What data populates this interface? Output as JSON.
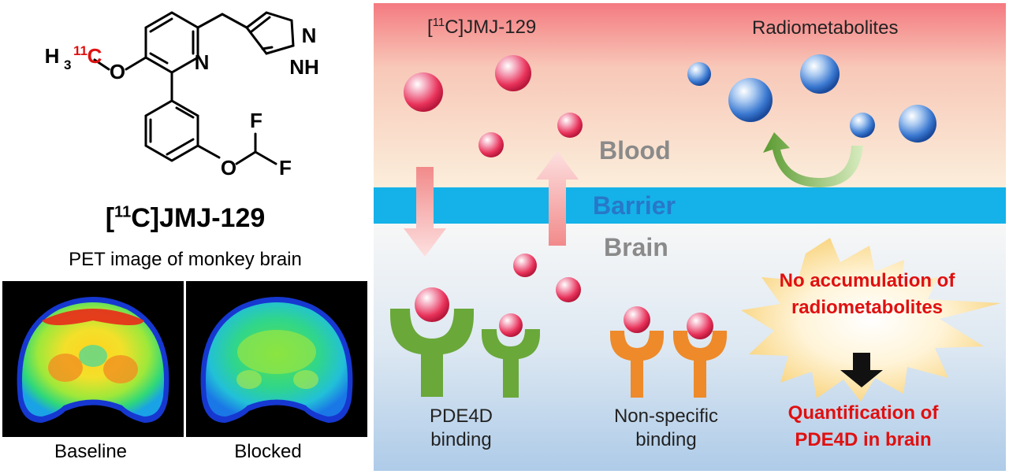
{
  "left": {
    "structure": {
      "atoms": {
        "h3": "H",
        "h3_sub": "3",
        "isotope_mass": "11",
        "isotope_symbol": "C",
        "o_methoxy": "O",
        "n_pyridine": "N",
        "n_pyrazole": "N",
        "nh_pyrazole": "NH",
        "o_ether": "O",
        "f_top": "F",
        "f_right": "F"
      }
    },
    "compound": {
      "prefix": "[",
      "isotope": "11",
      "rest": "C]JMJ-129"
    },
    "pet_title": "PET image of monkey brain",
    "captions": {
      "baseline": "Baseline",
      "blocked": "Blocked"
    }
  },
  "right": {
    "tracer": {
      "prefix": "[",
      "isotope": "11",
      "rest": "C]JMJ-129"
    },
    "radiometabolites": "Radiometabolites",
    "zones": {
      "blood": "Blood",
      "barrier": "Barrier",
      "brain": "Brain"
    },
    "pde4d_binding": [
      "PDE4D",
      "binding"
    ],
    "nonspecific_binding": [
      "Non-specific",
      "binding"
    ],
    "no_accumulation": [
      "No accumulation of",
      "radiometabolites"
    ],
    "quantification": [
      "Quantification of",
      "PDE4D in brain"
    ]
  },
  "colors": {
    "tracer_red": "#e8325a",
    "metabolite_blue": "#3a78d0",
    "barrier": "#14b2e8",
    "pde4d_receptor": "#6aa83a",
    "nonspecific_receptor": "#ee8a2a",
    "highlight_red": "#e01010",
    "zone_gray": "#8a8a8a"
  }
}
